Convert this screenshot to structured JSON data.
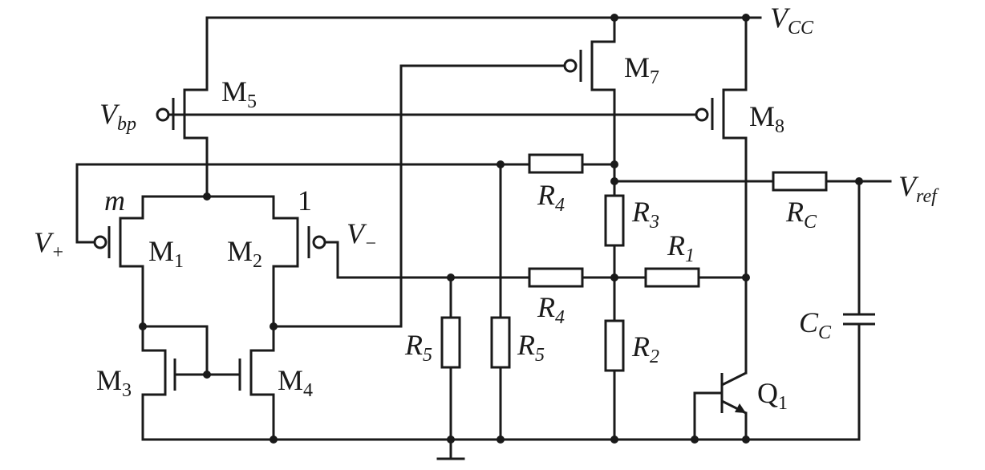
{
  "supply": {
    "vcc_main": "V",
    "vcc_sub": "CC"
  },
  "inputs": {
    "vbp_main": "V",
    "vbp_sub": "bp",
    "vplus_main": "V",
    "vplus_sub": "+",
    "vminus_main": "V",
    "vminus_sub": "−"
  },
  "output": {
    "vref_main": "V",
    "vref_sub": "ref"
  },
  "nodes": {
    "m": "m",
    "one": "1"
  },
  "transistors": {
    "m1_main": "M",
    "m1_sub": "1",
    "m2_main": "M",
    "m2_sub": "2",
    "m3_main": "M",
    "m3_sub": "3",
    "m4_main": "M",
    "m4_sub": "4",
    "m5_main": "M",
    "m5_sub": "5",
    "m7_main": "M",
    "m7_sub": "7",
    "m8_main": "M",
    "m8_sub": "8",
    "q1_main": "Q",
    "q1_sub": "1"
  },
  "resistors": {
    "r1_main": "R",
    "r1_sub": "1",
    "r2_main": "R",
    "r2_sub": "2",
    "r3_main": "R",
    "r3_sub": "3",
    "r4a_main": "R",
    "r4a_sub": "4",
    "r4b_main": "R",
    "r4b_sub": "4",
    "r5a_main": "R",
    "r5a_sub": "5",
    "r5b_main": "R",
    "r5b_sub": "5",
    "rc_main": "R",
    "rc_sub": "C"
  },
  "capacitors": {
    "cc_main": "C",
    "cc_sub": "C"
  }
}
